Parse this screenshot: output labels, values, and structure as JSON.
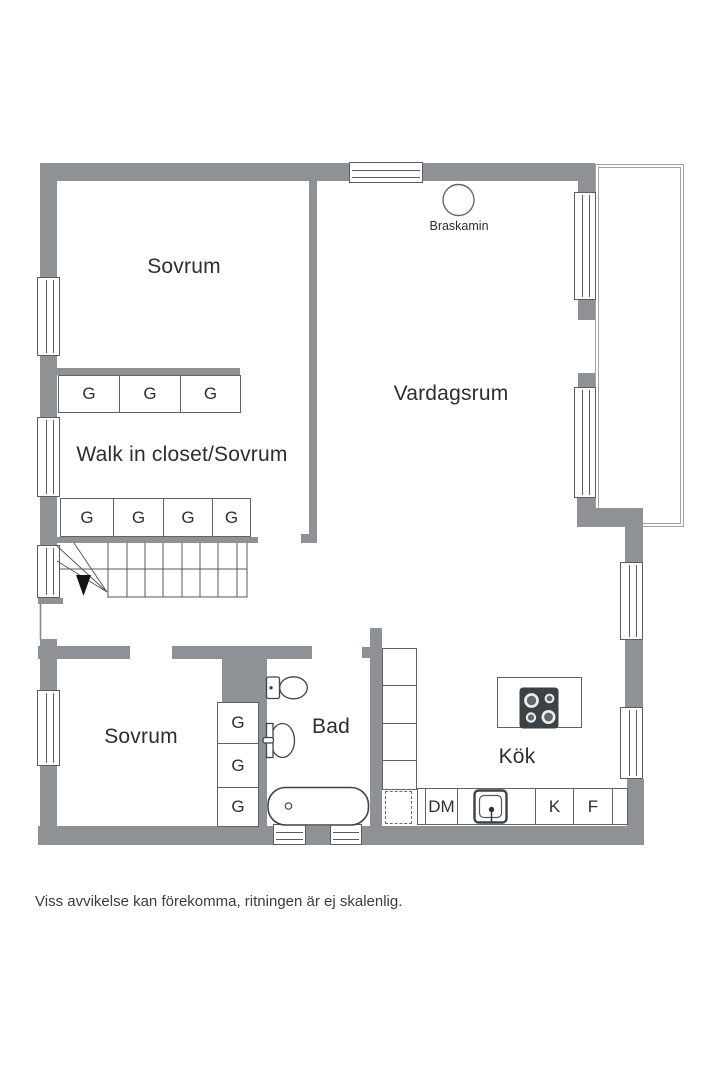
{
  "rooms": {
    "sovrum_top": "Sovrum",
    "vardagsrum": "Vardagsrum",
    "walk_in_closet": "Walk in closet/Sovrum",
    "sovrum_bottom": "Sovrum",
    "bad": "Bad",
    "kok": "Kök"
  },
  "labels": {
    "wardrobe": "G"
  },
  "kitchen_cells": {
    "dishwasher": "DM",
    "fridge": "K",
    "freezer": "F"
  },
  "fireplace": {
    "label": "Braskamin"
  },
  "footer": {
    "caption": "Viss avvikelse kan förekomma, ritningen är ej skalenlig."
  },
  "colors": {
    "wall": "#8f9294",
    "line": "#4d5256",
    "text": "#2c2e2f"
  }
}
